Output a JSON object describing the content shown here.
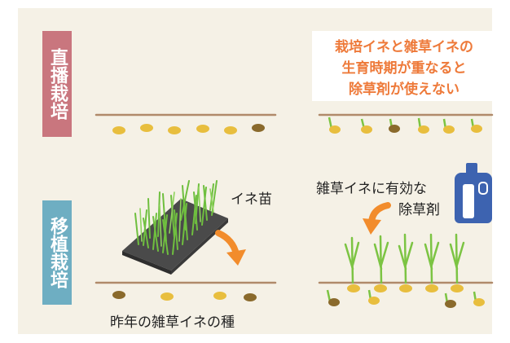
{
  "tags": {
    "direct_seeding": "直播栽培",
    "transplanting": "移植栽培"
  },
  "warning": {
    "line1": "栽培イネと雑草イネの",
    "line2": "生育時期が重なると",
    "line3": "除草剤が使えない"
  },
  "labels": {
    "seedling": "イネ苗",
    "herbicide_line1": "雑草イネに有効な",
    "herbicide_line2": "除草剤",
    "last_year_seeds": "昨年の雑草イネの種"
  },
  "colors": {
    "background": "#f5f1e6",
    "direct_tag": "#c9767e",
    "transplant_tag": "#6eaec2",
    "warning_text": "#ee7a3a",
    "arrow": "#f28c2c",
    "soil_line": "#b08a6a",
    "seed_yellow": "#e8be3e",
    "seed_brown": "#8a6a2c",
    "sprout_green": "#7cc443",
    "bottle_blue": "#3d63b0"
  },
  "icons": [
    "seedling-tray-icon",
    "herbicide-bottle-icon",
    "down-arrow-icon"
  ]
}
